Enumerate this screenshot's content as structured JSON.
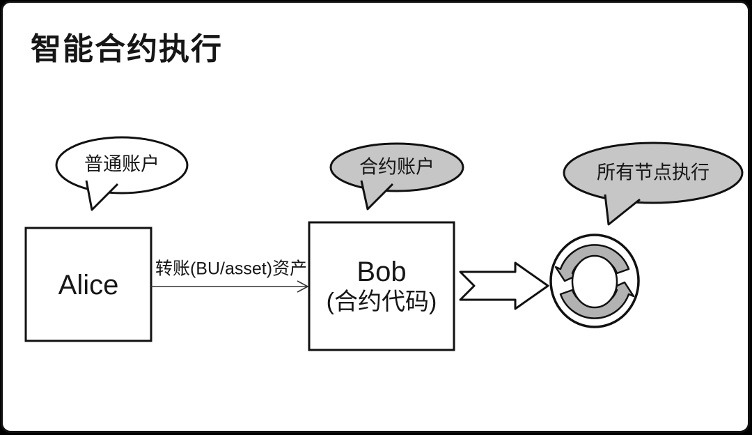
{
  "title": "智能合约执行",
  "alice": {
    "label": "Alice",
    "callout": "普通账户"
  },
  "bob": {
    "name": "Bob",
    "subtitle": "(合约代码)",
    "callout": "合约账户"
  },
  "transfer": {
    "label": "转账(BU/asset)资产"
  },
  "execution": {
    "callout": "所有节点执行",
    "icon": "sync-cycle-icon"
  },
  "icons": {
    "flow": "chevron-arrow-icon",
    "execution": "sync-cycle-icon",
    "callout": "speech-bubble"
  },
  "colors": {
    "frame": "#000000",
    "panel": "#ffffff",
    "stroke": "#111111",
    "callout_white": "#ffffff",
    "callout_gray": "#c6c6c6",
    "cycle_arrow_gray": "#b2b2b2"
  }
}
